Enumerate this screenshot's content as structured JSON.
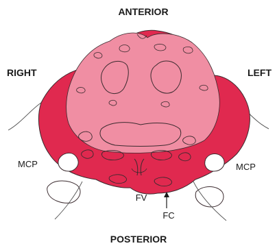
{
  "labels": {
    "anterior": "ANTERIOR",
    "posterior": "POSTERIOR",
    "right": "RIGHT",
    "left": "LEFT",
    "mcp_left": "MCP",
    "mcp_right": "MCP",
    "fv": "FV",
    "fc": "FC"
  },
  "colors": {
    "outer_tissue": "#e0294f",
    "inner_tissue": "#f08ea3",
    "outline": "#3a2a2e",
    "background": "#ffffff"
  }
}
